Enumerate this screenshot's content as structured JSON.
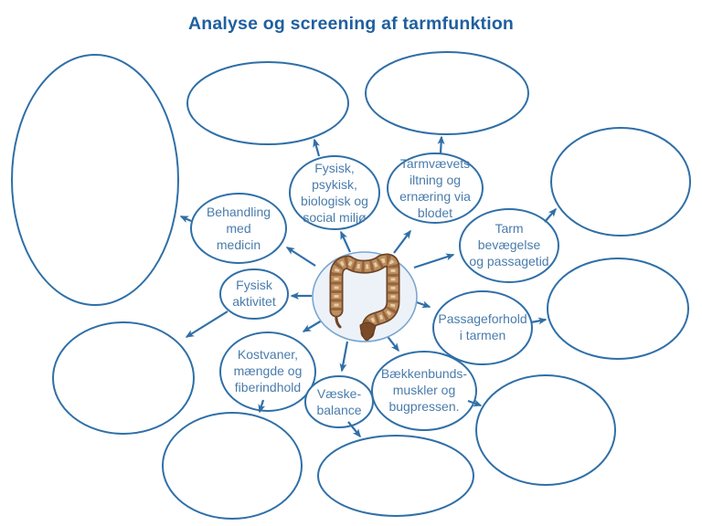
{
  "title": "Analyse og screening af tarmfunktion",
  "nodes": {
    "miljoe": "Fysisk,\npsykisk,\nbiologisk og\nsocial miljø",
    "iltning": "Tarmvævets\niltning og\nernæring via\nblodet",
    "behandling": "Behandling\nmed\nmedicin",
    "bevaegelse": "Tarm\nbevægelse\nog passagetid",
    "fysisk_aktivitet": "Fysisk\naktivitet",
    "passageforhold": "Passageforhold\ni tarmen",
    "kostvaner": "Kostvaner,\nmængde og\nfiberindhold",
    "vaeske": "Væske-\nbalance",
    "baekkenbund": "Bækkenbunds-\nmuskler og\nbugpressen."
  },
  "center_node": {
    "icon": "colon-illustration"
  },
  "empty_node_count": 9,
  "colors": {
    "outline_blue": "#2f6fa7",
    "label_blue": "#4a7cac",
    "title_blue": "#1f5f9f",
    "center_circle_fill": "#edf2f9",
    "center_circle_stroke": "#7aa6ce",
    "colon_tan": "#bd8f60",
    "colon_dark_brown": "#6e4425",
    "background": "#ffffff"
  }
}
